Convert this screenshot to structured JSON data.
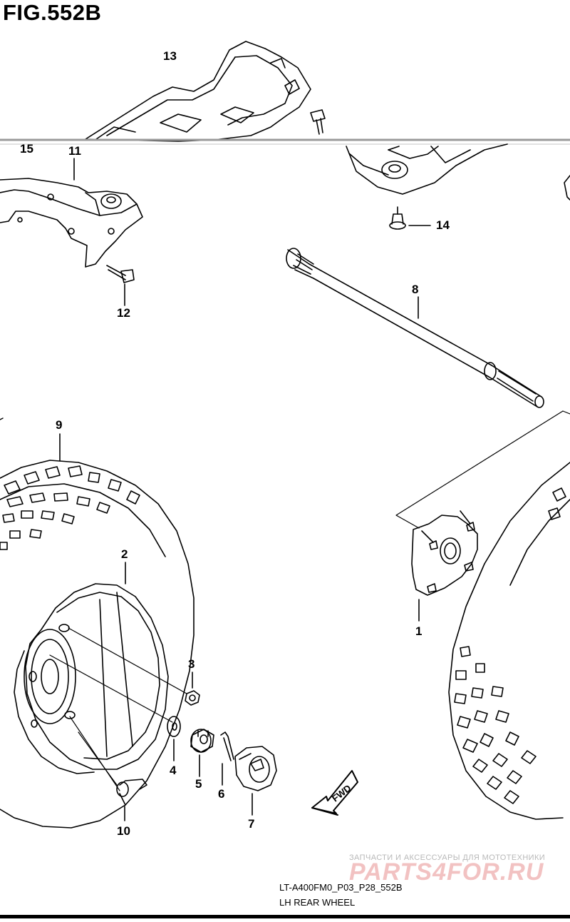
{
  "figure": {
    "title": "FIG.552B",
    "model_code": "LT-A400FM0_P03_P28_552B",
    "caption": "LH REAR WHEEL",
    "fwd_label": "FWD"
  },
  "watermark": {
    "tagline": "ЗАПЧАСТИ И АКСЕССУАРЫ ДЛЯ МОТОТЕХНИКИ",
    "brand": "PARTS4FOR.RU"
  },
  "callouts": {
    "c1": "1",
    "c2": "2",
    "c3": "3",
    "c4": "4",
    "c5": "5",
    "c6": "6",
    "c7": "7",
    "c8": "8",
    "c9": "9",
    "c10": "10",
    "c11": "11",
    "c12": "12",
    "c13": "13",
    "c14": "14",
    "c15": "15"
  }
}
